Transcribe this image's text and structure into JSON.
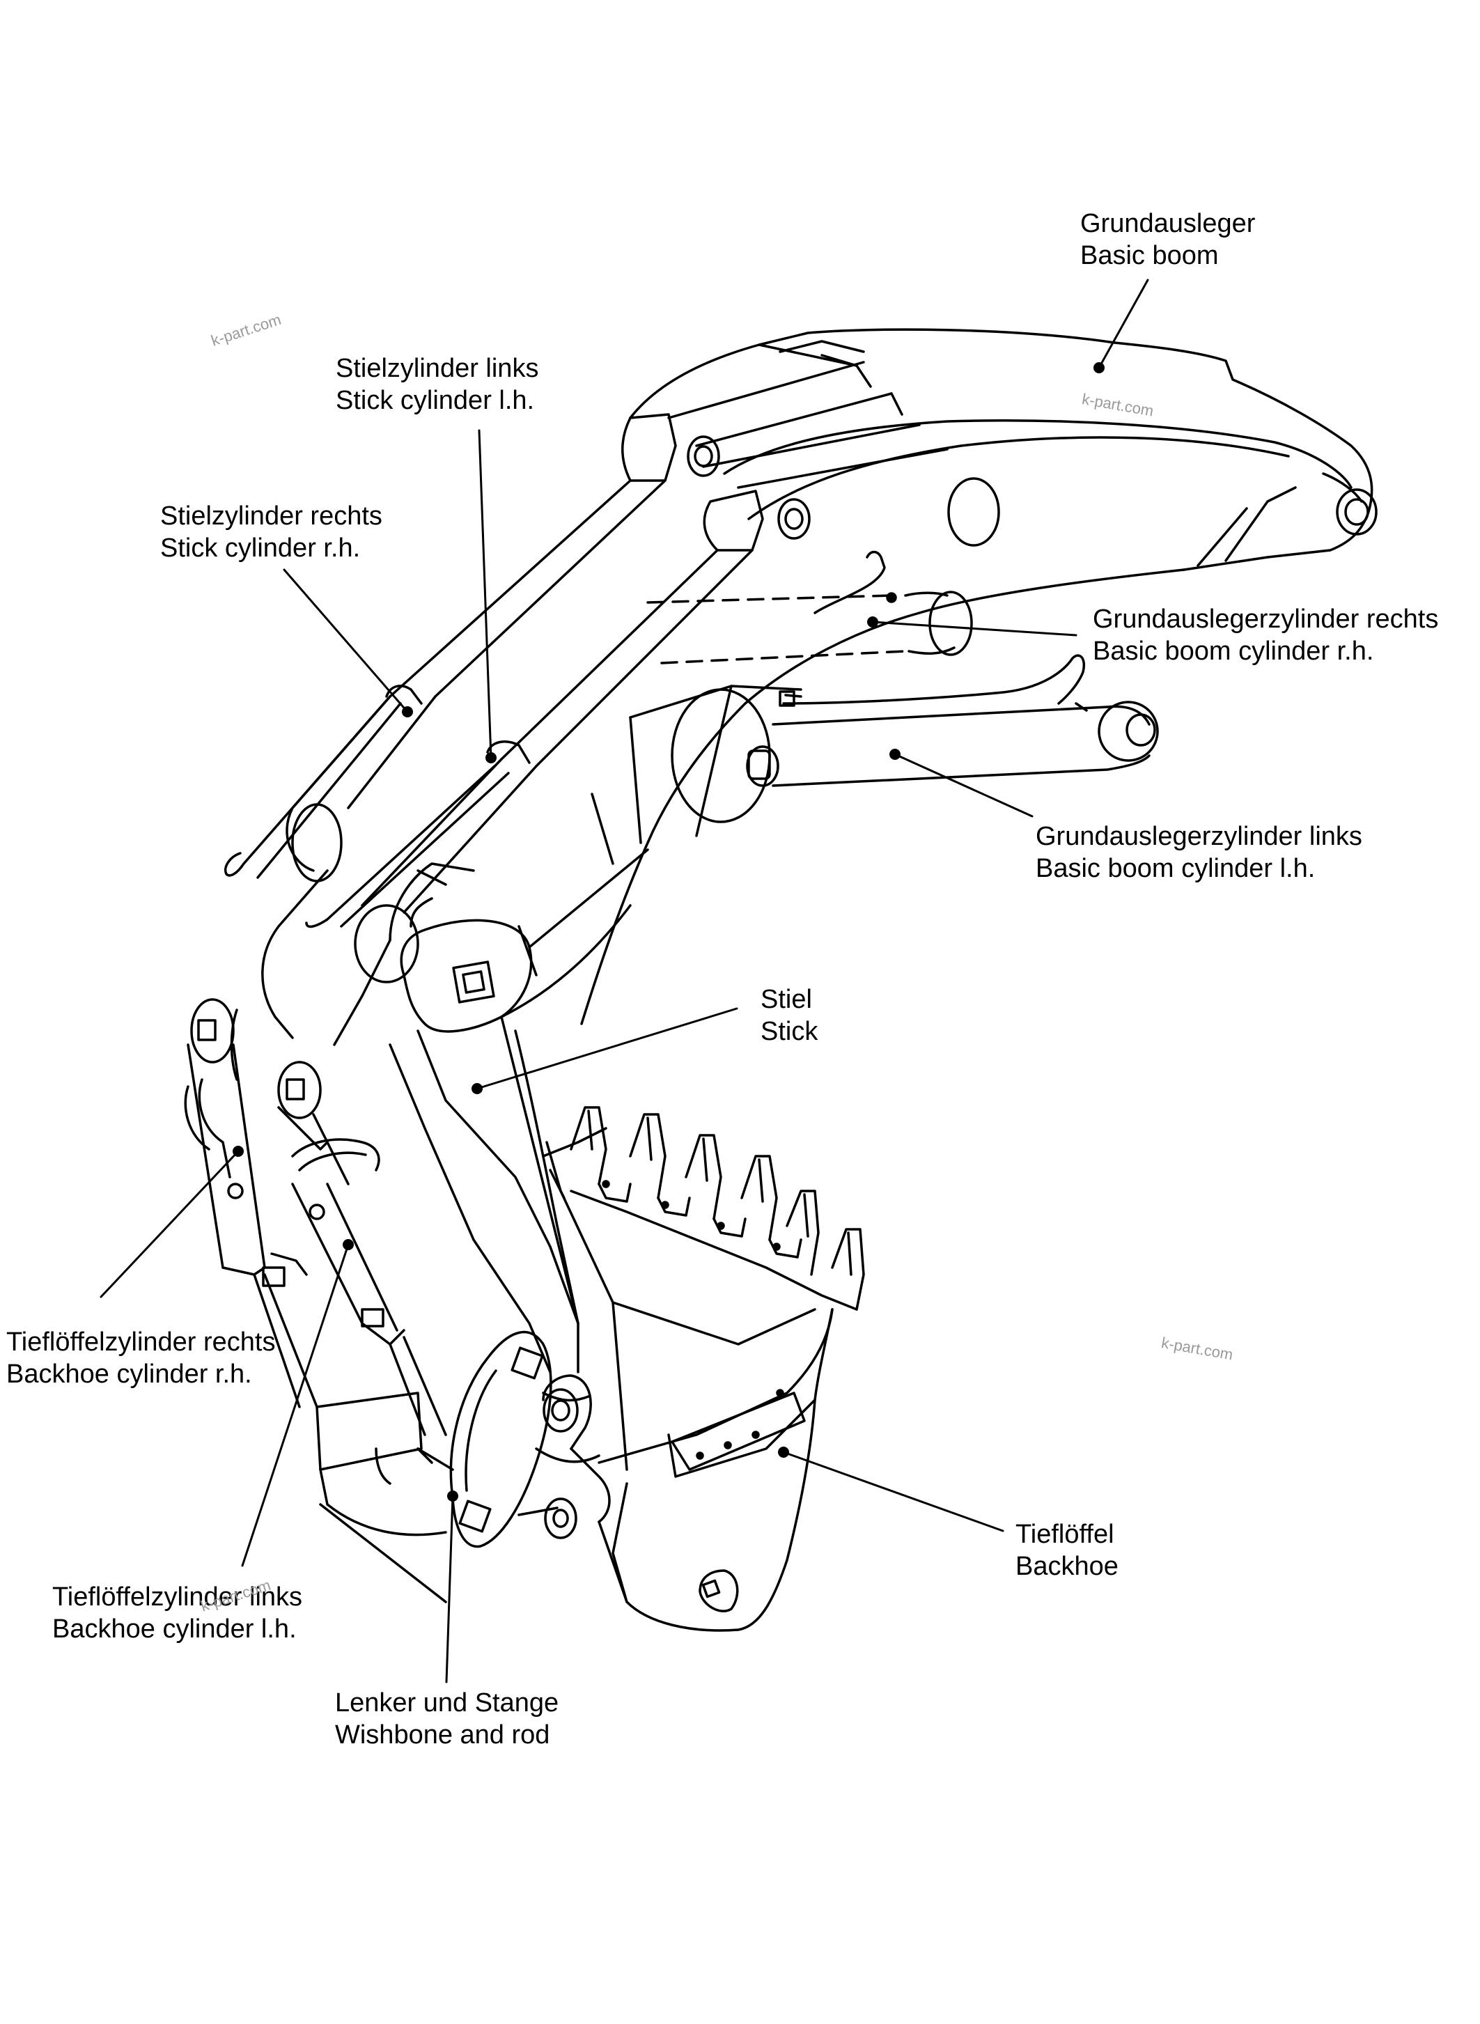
{
  "labels": {
    "basic_boom": {
      "de": "Grundausleger",
      "en": "Basic boom"
    },
    "stick_cyl_lh": {
      "de": "Stielzylinder links",
      "en": "Stick cylinder l.h."
    },
    "stick_cyl_rh": {
      "de": "Stielzylinder rechts",
      "en": "Stick cylinder r.h."
    },
    "boom_cyl_rh": {
      "de": "Grundauslegerzylinder rechts",
      "en": "Basic boom cylinder r.h."
    },
    "boom_cyl_lh": {
      "de": "Grundauslegerzylinder links",
      "en": "Basic boom cylinder l.h."
    },
    "stick": {
      "de": "Stiel",
      "en": "Stick"
    },
    "backhoe_cyl_rh": {
      "de": "Tieflöffelzylinder rechts",
      "en": "Backhoe cylinder r.h."
    },
    "backhoe_cyl_lh": {
      "de": "Tieflöffelzylinder links",
      "en": "Backhoe cylinder l.h."
    },
    "wishbone": {
      "de": "Lenker und Stange",
      "en": "Wishbone and rod"
    },
    "backhoe": {
      "de": "Tieflöffel",
      "en": "Backhoe"
    }
  },
  "watermark": "k-part.com",
  "colors": {
    "line": "#000000",
    "background": "#ffffff",
    "watermark": "#9a9a9a"
  }
}
